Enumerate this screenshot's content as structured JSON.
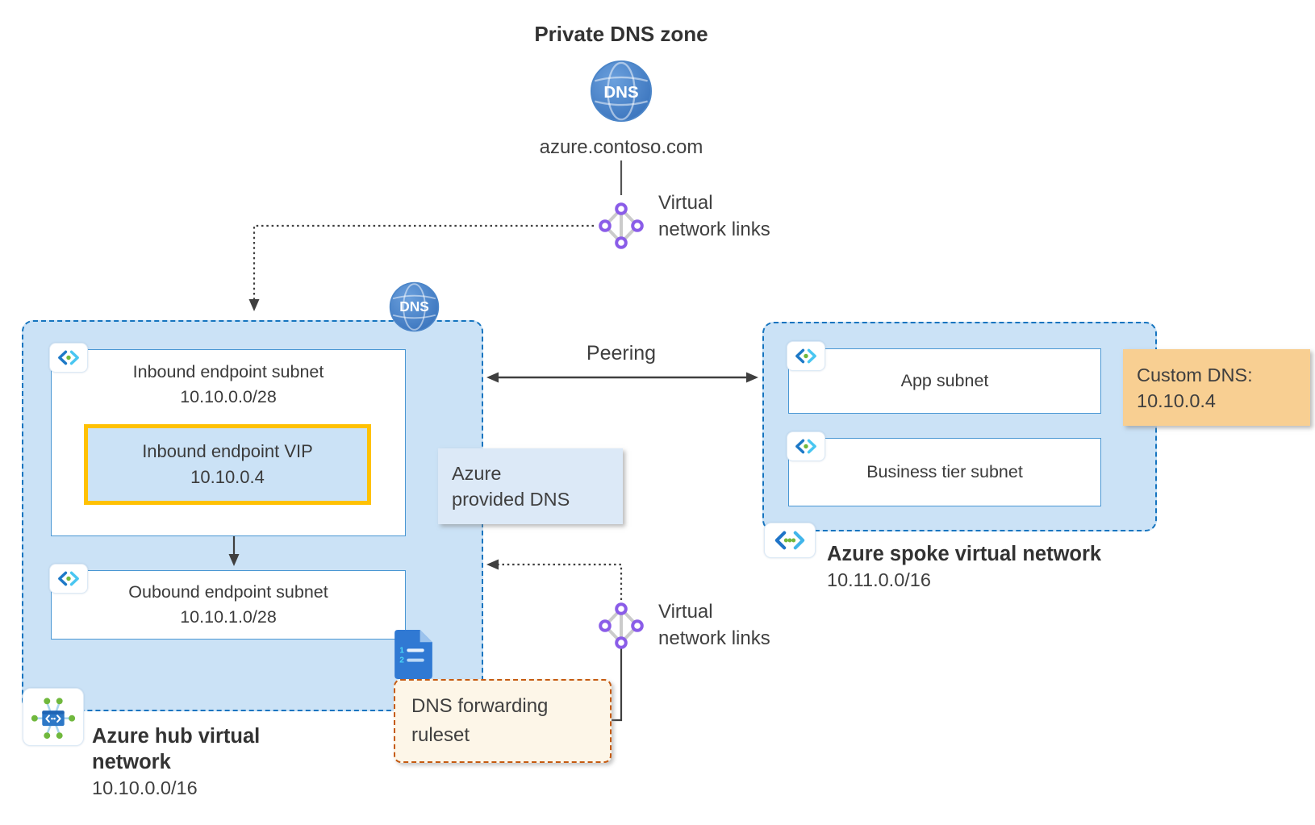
{
  "colors": {
    "vnet_fill": "#cbe2f6",
    "vnet_border": "#1574bf",
    "subnet_border": "#4a97d3",
    "vip_border": "#ffc103",
    "provided_dns_fill": "#dce9f7",
    "custom_dns_fill": "#f8cf92",
    "ruleset_fill": "#fdf6e8",
    "ruleset_border": "#c55a11",
    "globe_blue": "#3d7dc4",
    "link_purple": "#8a5ce8",
    "arrow_gray": "#3f3f3f",
    "green_dot": "#70b83d"
  },
  "private_dns_zone": {
    "title": "Private DNS zone",
    "globe_label": "DNS",
    "domain": "azure.contoso.com"
  },
  "virtual_network_links_top": {
    "line1": "Virtual",
    "line2": "network links"
  },
  "virtual_network_links_bottom": {
    "line1": "Virtual",
    "line2": "network links"
  },
  "peering": {
    "label": "Peering"
  },
  "hub": {
    "globe_label": "DNS",
    "inbound_subnet": {
      "title": "Inbound endpoint subnet",
      "cidr": "10.10.0.0/28"
    },
    "inbound_vip": {
      "title": "Inbound endpoint VIP",
      "ip": "10.10.0.4"
    },
    "outbound_subnet": {
      "title": "Oubound endpoint subnet",
      "cidr": "10.10.1.0/28"
    },
    "azure_provided_dns": {
      "line1": "Azure",
      "line2": "provided DNS"
    },
    "dns_forwarding_ruleset": {
      "line1": "DNS forwarding",
      "line2": "ruleset"
    },
    "document_icon": {
      "line1": "1",
      "line2": "2"
    },
    "name_line1": "Azure hub virtual",
    "name_line2": "network",
    "cidr": "10.10.0.0/16"
  },
  "spoke": {
    "subnets": {
      "app": "App subnet",
      "business": "Business tier subnet"
    },
    "custom_dns": {
      "line1": "Custom DNS:",
      "line2": "10.10.0.4"
    },
    "name": "Azure spoke virtual network",
    "cidr": "10.11.0.0/16"
  }
}
